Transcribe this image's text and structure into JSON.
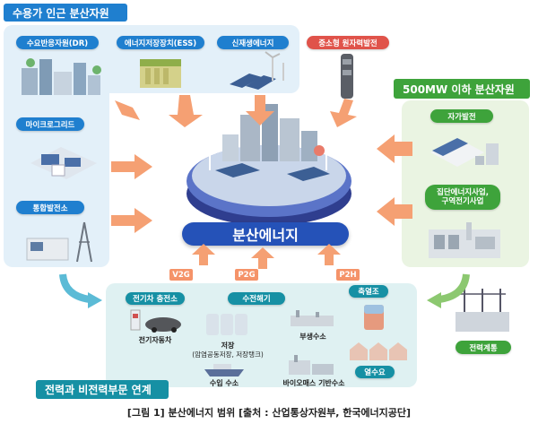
{
  "sections": {
    "near_demand": "수용가 인근 분산자원",
    "under_500mw": "500MW 이하 분산자원",
    "linkage": "전력과 비전력부문 연계"
  },
  "resources_left": [
    "수요반응자원(DR)",
    "에너지저장장치(ESS)",
    "신재생에너지",
    "마이크로그리드",
    "통합발전소"
  ],
  "resource_top_red": "중소형 원자력발전",
  "resources_right": [
    "자가발전",
    "집단에너지사업,",
    "구역전기사업",
    "전력계통"
  ],
  "center": "분산에너지",
  "flows": [
    "V2G",
    "P2G",
    "P2H"
  ],
  "bottom": {
    "ev_station": "전기차 충전소",
    "ev_car": "전기자동차",
    "hydrogen_hub": "수전해기",
    "storage": "저장",
    "storage_sub": "(암염공동저장, 저장탱크)",
    "byproduct_h2": "부생수소",
    "import_h2": "수입 수소",
    "biomass_h2": "바이오매스 기반수소",
    "heat_storage": "축열조",
    "heat_supply": "열수요"
  },
  "caption": "[그림 1] 분산에너지 범위 [출처 : 산업통상자원부, 한국에너지공단]",
  "colors": {
    "blue": "#1f7fcf",
    "green": "#3ea33b",
    "red": "#e0534a",
    "orange": "#f59369",
    "teal": "#1690a4"
  }
}
